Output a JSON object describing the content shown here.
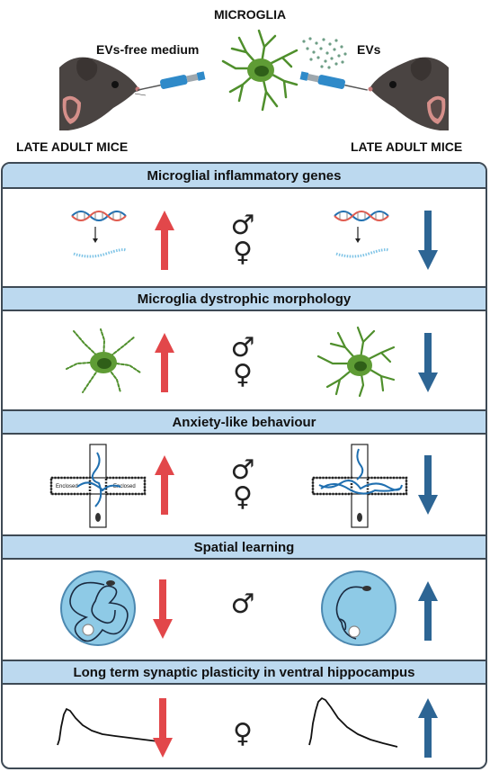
{
  "header": {
    "microglia_label": "MICROGLIA",
    "left_medium_label": "EVs-free medium",
    "right_medium_label": "EVs",
    "left_mice_label": "LATE ADULT MICE",
    "right_mice_label": "LATE ADULT MICE"
  },
  "colors": {
    "up_arrow_red": "#e2474a",
    "down_arrow_blue": "#2d6594",
    "band_fill": "#bcd9ef",
    "frame_border": "#3e4a55",
    "microglia_green": "#4f8f2c"
  },
  "sections": [
    {
      "title": "Microglial inflammatory genes",
      "left_arrow": "up",
      "right_arrow": "down",
      "sex_symbols": [
        "♂",
        "♀"
      ],
      "icons": [
        "dna-transcription-icon",
        "dna-transcription-icon"
      ]
    },
    {
      "title": "Microglia dystrophic morphology",
      "left_arrow": "up",
      "right_arrow": "down",
      "sex_symbols": [
        "♂",
        "♀"
      ],
      "icons": [
        "dystrophic-microglia-icon",
        "ramified-microglia-icon"
      ]
    },
    {
      "title": "Anxiety-like behaviour",
      "left_arrow": "up",
      "right_arrow": "down",
      "sex_symbols": [
        "♂",
        "♀"
      ],
      "icons": [
        "elevated-plus-maze-icon",
        "elevated-plus-maze-icon"
      ],
      "maze_arm_label": "Enclosed"
    },
    {
      "title": "Spatial learning",
      "left_arrow": "down",
      "right_arrow": "up",
      "sex_symbols": [
        "♂"
      ],
      "icons": [
        "water-maze-icon",
        "water-maze-icon"
      ]
    },
    {
      "title": "Long term synaptic plasticity in ventral hippocampus",
      "left_arrow": "down",
      "right_arrow": "up",
      "sex_symbols": [
        "♀"
      ],
      "icons": [
        "ltp-trace-icon",
        "ltp-trace-icon"
      ]
    }
  ]
}
